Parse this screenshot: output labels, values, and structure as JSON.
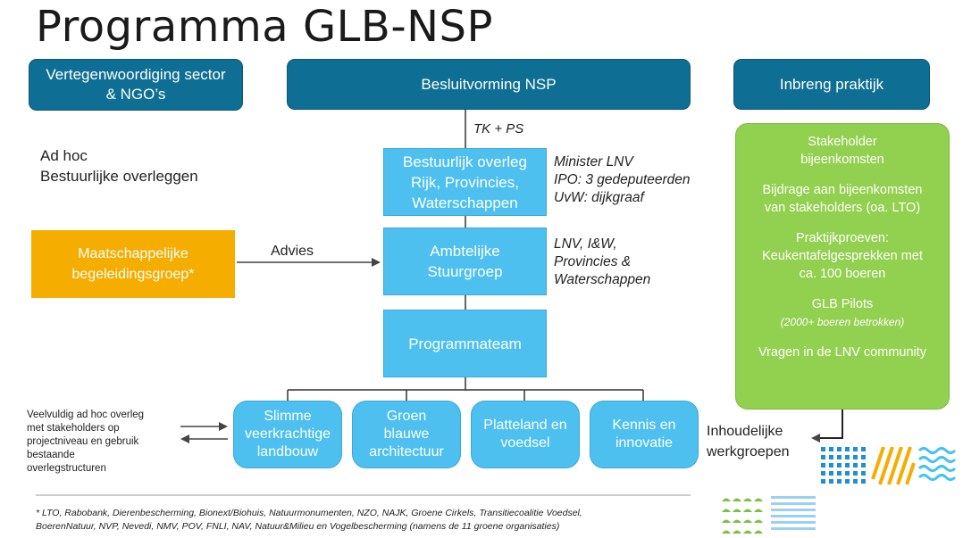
{
  "title": "Programma GLB-NSP",
  "headers": {
    "left": [
      "Vertegenwoordiging sector",
      "& NGO’s"
    ],
    "center": "Besluitvorming NSP",
    "right": "Inbreng praktijk"
  },
  "tk_ps": "TK + PS",
  "left_notes": [
    "Ad hoc",
    "Bestuurlijke overleggen"
  ],
  "boxes": {
    "bestuurlijk": [
      "Bestuurlijk overleg",
      "Rijk, Provincies,",
      "Waterschappen"
    ],
    "ambtelijk": [
      "Ambtelijke",
      "Stuurgroep"
    ],
    "programmateam": "Programmateam",
    "maatschappelijk": [
      "Maatschappelijke",
      "begeleidingsgroep*"
    ]
  },
  "advies": "Advies",
  "side_notes": {
    "bestuurlijk": [
      "Minister LNV",
      "IPO: 3 gedeputeerden",
      "UvW: dijkgraaf"
    ],
    "ambtelijk": [
      "LNV, I&W,",
      "Provincies &",
      "Waterschappen"
    ]
  },
  "workstreams": [
    [
      "Slimme",
      "veerkrachtige",
      "landbouw"
    ],
    [
      "Groen",
      "blauwe",
      "architectuur"
    ],
    [
      "Platteland en",
      "voedsel"
    ],
    [
      "Kennis en",
      "innovatie"
    ]
  ],
  "left_small_note": [
    "Veelvuldig ad hoc overleg",
    "met stakeholders op",
    "projectniveau en gebruik",
    "bestaande",
    "overlegstructuren"
  ],
  "werkgroepen": [
    "Inhoudelijke",
    "werkgroepen"
  ],
  "praktijk": {
    "stakeholders": [
      "Stakeholder",
      "bijeenkomsten"
    ],
    "bijdrage": [
      "Bijdrage aan bijeenkomsten",
      "van stakeholders (oa. LTO)"
    ],
    "praktijkproeven": [
      "Praktijkproeven:",
      "Keukentafelgesprekken met",
      "ca. 100 boeren"
    ],
    "pilots": "GLB Pilots",
    "pilots_sub": "(2000+ boeren betrokken)",
    "community": "Vragen in de LNV community"
  },
  "footnote": [
    "* LTO, Rabobank, Dierenbescherming, Bionext/Biohuis, Natuurmonumenten, NZO, NAJK, Groene Cirkels, Transitiecoalitie Voedsel,",
    "BoerenNatuur, NVP, Nevedi, NMV, POV, FNLI, NAV, Natuur&Milieu en Vogelbescherming (namens de 11 groene organisaties)"
  ],
  "colors": {
    "dark_blue": "#0e6e94",
    "light_blue": "#4dc0ef",
    "orange": "#f5ad00",
    "green": "#92d050",
    "pattern_blue": "#1f8fd1",
    "pattern_orange": "#f5ad00",
    "pattern_cyan": "#45c3f0",
    "pattern_green": "#7cc143",
    "pattern_light_blue": "#9ad0f0"
  }
}
